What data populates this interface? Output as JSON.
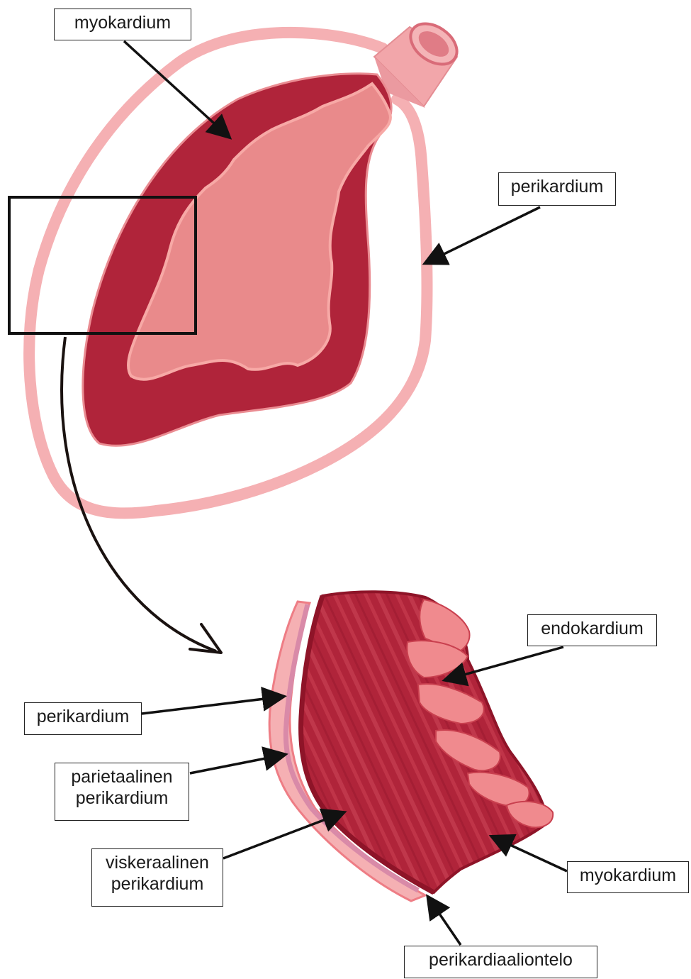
{
  "colors": {
    "pericardium": "#f5b0b3",
    "myocardium": "#b0243a",
    "myocardium_dark": "#8e1428",
    "endocardium": "#e98a8b",
    "endocardium_edge": "#f7a9a6",
    "parietal_layer": "#d98aa8",
    "outline": "#1a1a1a"
  },
  "labels": {
    "top_myokardium": "myokardium",
    "top_perikardium": "perikardium",
    "endokardium": "endokardium",
    "perikardium": "perikardium",
    "parietaalinen_line1": "parietaalinen",
    "parietaalinen_line2": "perikardium",
    "viskeraalinen_line1": "viskeraalinen",
    "viskeraalinen_line2": "perikardium",
    "bottom_myokardium": "myokardium",
    "perikardiaaliontelo": "perikardiaaliontelo"
  }
}
